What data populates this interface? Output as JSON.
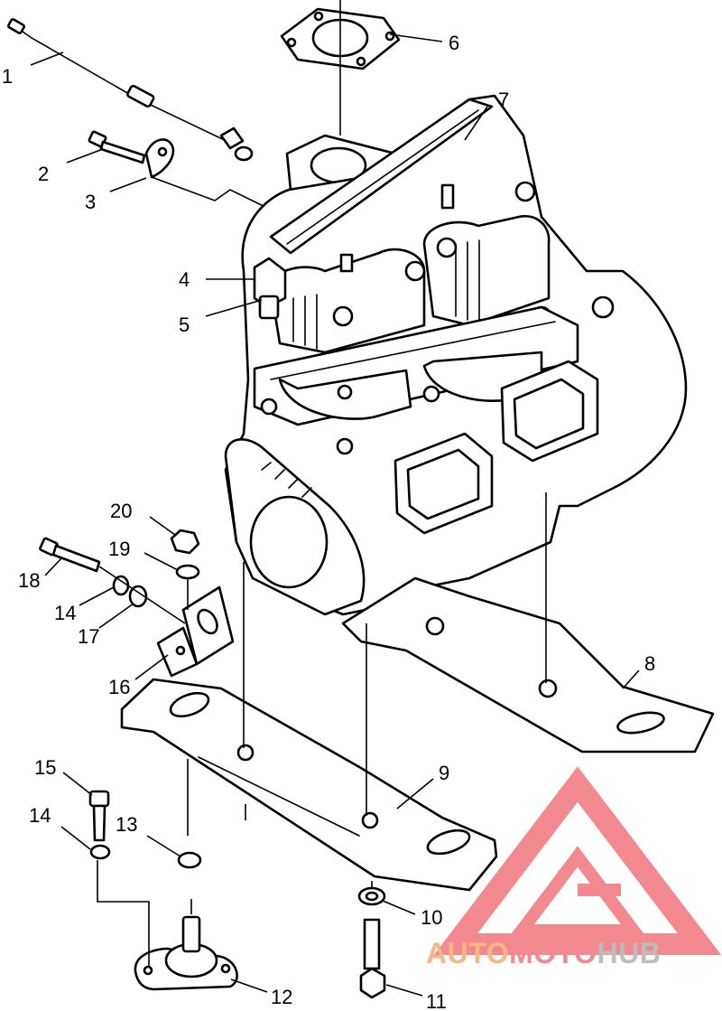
{
  "callouts": [
    {
      "id": "1",
      "label": "1"
    },
    {
      "id": "2",
      "label": "2"
    },
    {
      "id": "3",
      "label": "3"
    },
    {
      "id": "4",
      "label": "4"
    },
    {
      "id": "5",
      "label": "5"
    },
    {
      "id": "6",
      "label": "6"
    },
    {
      "id": "7",
      "label": "7"
    },
    {
      "id": "8",
      "label": "8"
    },
    {
      "id": "9",
      "label": "9"
    },
    {
      "id": "10",
      "label": "10"
    },
    {
      "id": "11",
      "label": "11"
    },
    {
      "id": "12",
      "label": "12"
    },
    {
      "id": "13",
      "label": "13"
    },
    {
      "id": "14a",
      "label": "14"
    },
    {
      "id": "14b",
      "label": "14"
    },
    {
      "id": "15",
      "label": "15"
    },
    {
      "id": "16",
      "label": "16"
    },
    {
      "id": "17",
      "label": "17"
    },
    {
      "id": "18",
      "label": "18"
    },
    {
      "id": "19",
      "label": "19"
    },
    {
      "id": "20",
      "label": "20"
    }
  ],
  "watermark": {
    "word_part1": "AUTO",
    "word_part2": "MOTO",
    "word_part3": "HUB",
    "colors": {
      "orange": "#f5b37a",
      "pink": "#f07f86",
      "gray": "#b8b8b8"
    }
  }
}
